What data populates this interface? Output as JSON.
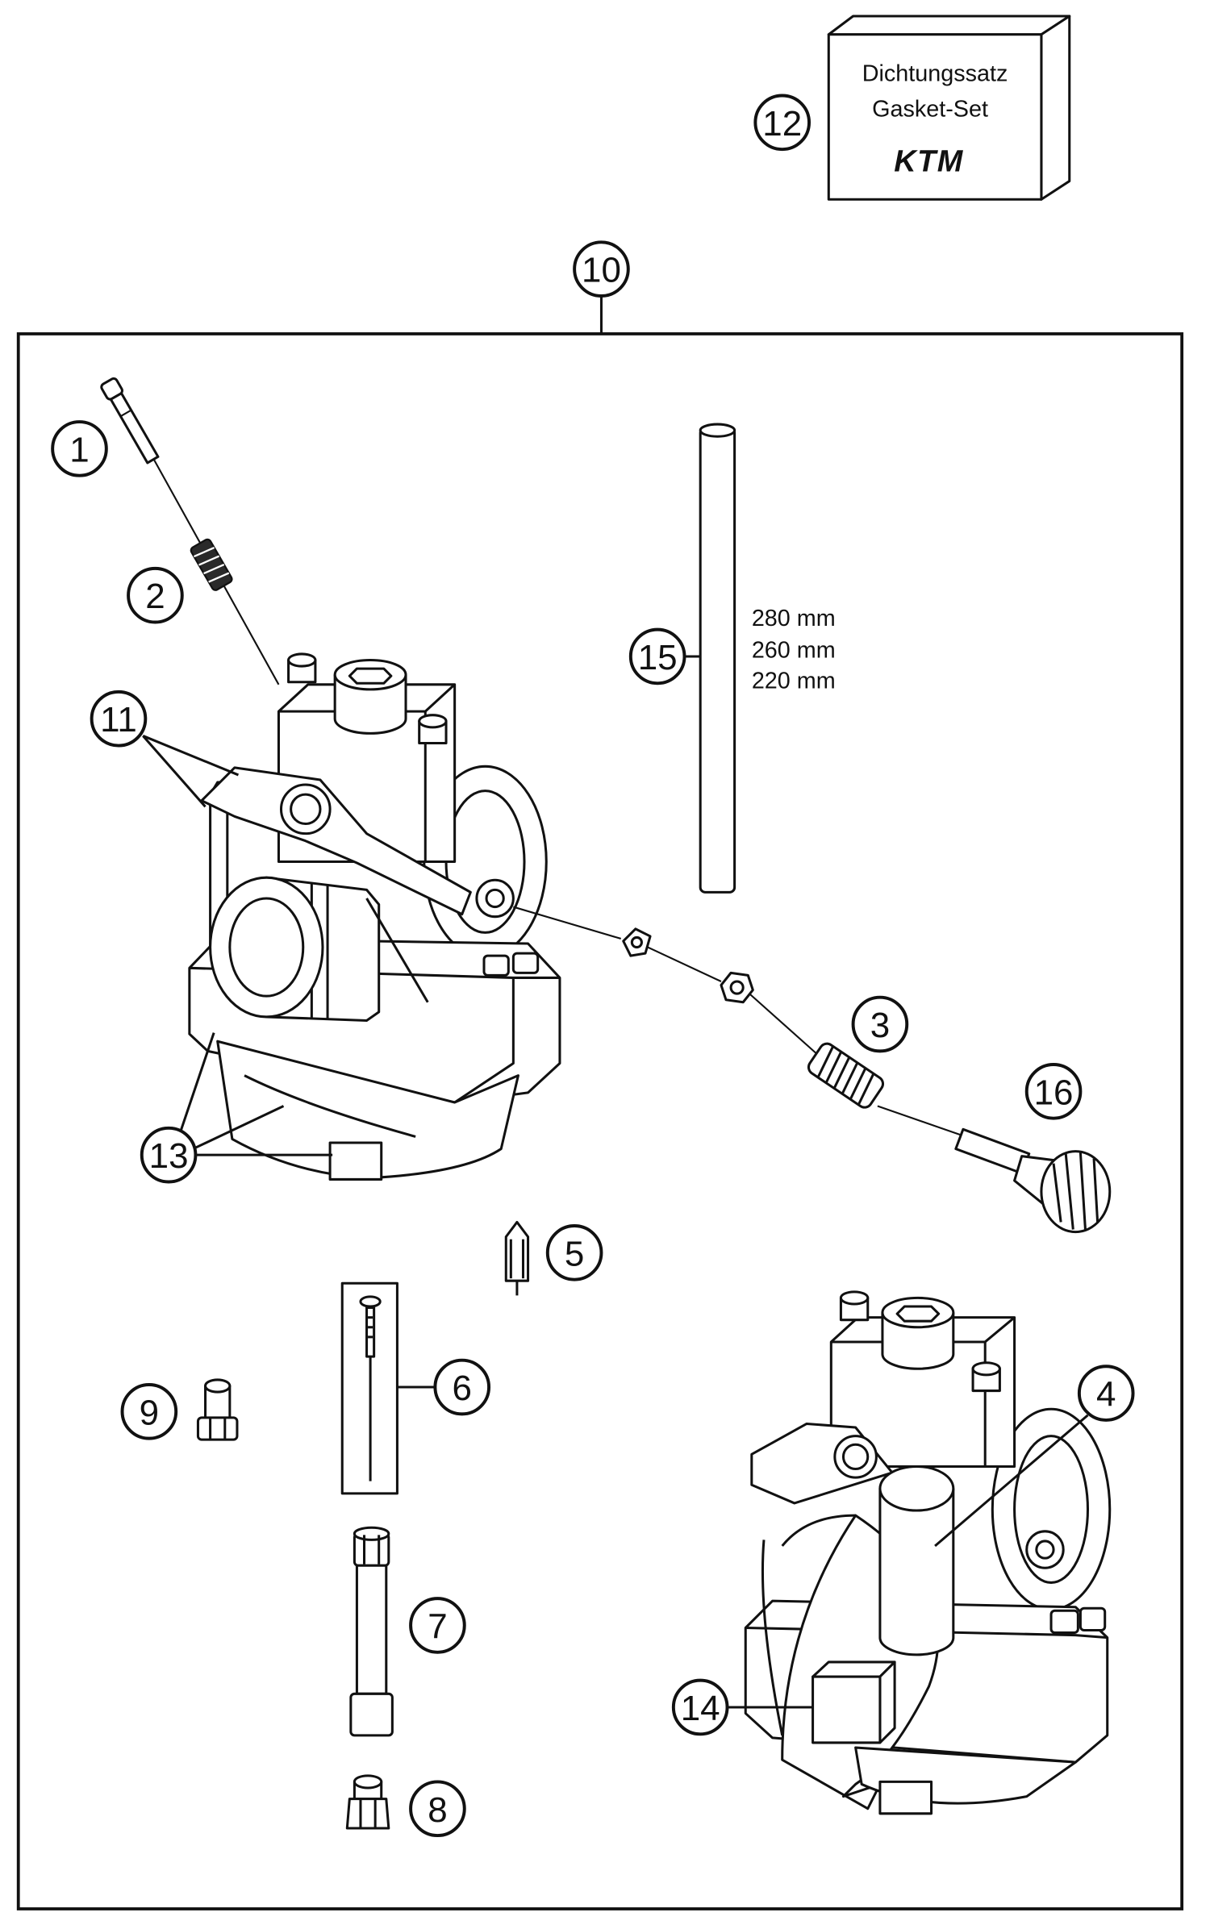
{
  "gasket_kit": {
    "line1": "Dichtungssatz",
    "line2": "Gasket-Set",
    "logo": "KTM"
  },
  "tube_lengths": [
    "280 mm",
    "260 mm",
    "220 mm"
  ],
  "callouts": [
    "1",
    "2",
    "3",
    "4",
    "5",
    "6",
    "7",
    "8",
    "9",
    "10",
    "11",
    "12",
    "13",
    "14",
    "15",
    "16"
  ],
  "colors": {
    "line": "#111111",
    "background": "#ffffff"
  }
}
